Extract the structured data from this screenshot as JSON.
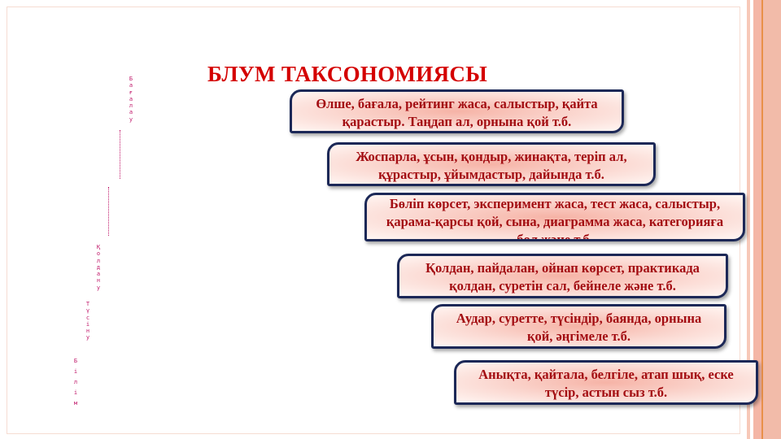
{
  "slide": {
    "title": "БЛУМ ТАКСОНОМИЯСЫ",
    "levels": [
      "Бағалау",
      "Қолдану",
      "Түсіну",
      "Білім"
    ],
    "boxes": [
      "Өлше, бағала, рейтинг жаса, салыстыр, қайта қарастыр. Таңдап ал, орнына қой т.б.",
      "Жоспарла, ұсын, қондыр, жинақта, теріп ал, құрастыр, ұйымдастыр, дайында т.б.",
      "Бөліп көрсет, эксперимент жаса, тест жаса, салыстыр, қарама-қарсы қой, сына, диаграмма жаса, категорияға бөл және т.б.",
      "Қолдан, пайдалан, ойнап көрсет, практикада қолдан, суретін сал, бейнеле және т.б.",
      "Аудар, суретте,  түсіндір, баянда, орнына қой, әңгімеле  т.б.",
      "Анықта, қайтала, белгіле, атап шық, еске түсір, астын сыз т.б."
    ]
  },
  "colors": {
    "title": "#d40000",
    "text": "#a30d12",
    "border": "#1c2857",
    "levels": "#c0186a",
    "stripe": "#f4b8a6"
  }
}
